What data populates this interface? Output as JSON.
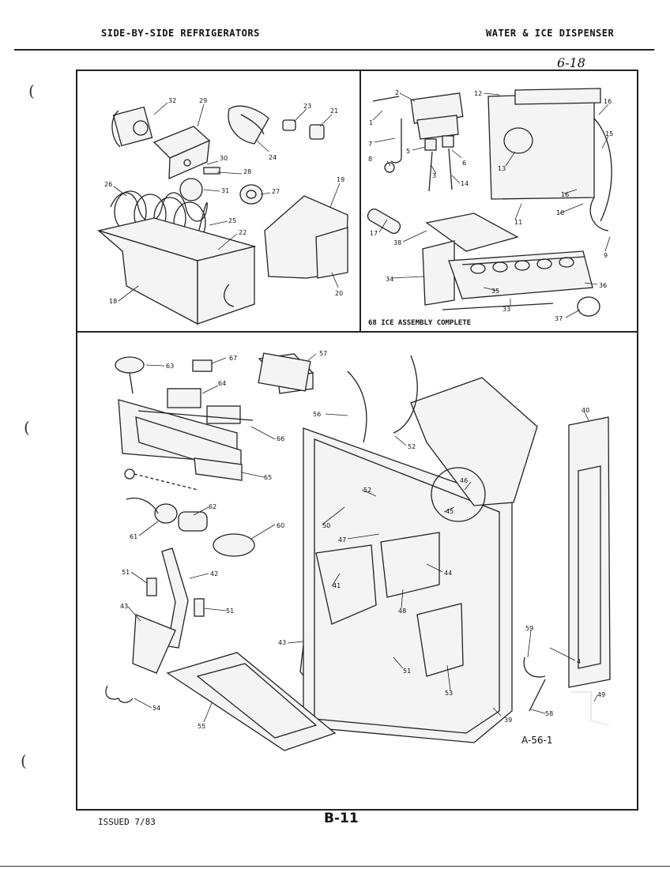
{
  "header": {
    "left_title": "SIDE-BY-SIDE REFRIGERATORS",
    "right_title": "WATER & ICE DISPENSER"
  },
  "handwritten_note": "6-18",
  "panels": {
    "top_right_caption": "68 ICE ASSEMBLY COMPLETE"
  },
  "reference_code": "A-56-1",
  "footer": {
    "issued": "ISSUED 7/83",
    "page_number": "B-11"
  },
  "callouts": [
    {
      "id": "p32",
      "text": "32"
    },
    {
      "id": "p29",
      "text": "29"
    },
    {
      "id": "p23",
      "text": "23"
    },
    {
      "id": "p21",
      "text": "21"
    },
    {
      "id": "p24",
      "text": "24"
    },
    {
      "id": "p30",
      "text": "30"
    },
    {
      "id": "p28",
      "text": "28"
    },
    {
      "id": "p31",
      "text": "31"
    },
    {
      "id": "p27",
      "text": "27"
    },
    {
      "id": "p26",
      "text": "26"
    },
    {
      "id": "p19",
      "text": "19"
    },
    {
      "id": "p25",
      "text": "25"
    },
    {
      "id": "p22",
      "text": "22"
    },
    {
      "id": "p18",
      "text": "18"
    },
    {
      "id": "p20",
      "text": "20"
    },
    {
      "id": "p2",
      "text": "2"
    },
    {
      "id": "p12",
      "text": "12"
    },
    {
      "id": "p16a",
      "text": "16"
    },
    {
      "id": "p1",
      "text": "1"
    },
    {
      "id": "p7",
      "text": "7"
    },
    {
      "id": "p5",
      "text": "5"
    },
    {
      "id": "p8",
      "text": "8"
    },
    {
      "id": "p6",
      "text": "6"
    },
    {
      "id": "p3",
      "text": "3"
    },
    {
      "id": "p14",
      "text": "14"
    },
    {
      "id": "p13",
      "text": "13"
    },
    {
      "id": "p15",
      "text": "15"
    },
    {
      "id": "p16b",
      "text": "16"
    },
    {
      "id": "p10",
      "text": "10"
    },
    {
      "id": "p11",
      "text": "11"
    },
    {
      "id": "p17",
      "text": "17"
    },
    {
      "id": "p38",
      "text": "38"
    },
    {
      "id": "p9",
      "text": "9"
    },
    {
      "id": "p34",
      "text": "34"
    },
    {
      "id": "p36",
      "text": "36"
    },
    {
      "id": "p35",
      "text": "35"
    },
    {
      "id": "p33",
      "text": "33"
    },
    {
      "id": "p37",
      "text": "37"
    },
    {
      "id": "p63",
      "text": "63"
    },
    {
      "id": "p67",
      "text": "67"
    },
    {
      "id": "p57",
      "text": "57"
    },
    {
      "id": "p64",
      "text": "64"
    },
    {
      "id": "p40",
      "text": "40"
    },
    {
      "id": "p56",
      "text": "56"
    },
    {
      "id": "p52a",
      "text": "52"
    },
    {
      "id": "p66",
      "text": "66"
    },
    {
      "id": "p65",
      "text": "65"
    },
    {
      "id": "p46",
      "text": "46"
    },
    {
      "id": "p52b",
      "text": "52"
    },
    {
      "id": "p50",
      "text": "50"
    },
    {
      "id": "p45",
      "text": "45"
    },
    {
      "id": "p62",
      "text": "62"
    },
    {
      "id": "p47",
      "text": "47"
    },
    {
      "id": "p61",
      "text": "61"
    },
    {
      "id": "p60",
      "text": "60"
    },
    {
      "id": "p44",
      "text": "44"
    },
    {
      "id": "p51a",
      "text": "51"
    },
    {
      "id": "p42",
      "text": "42"
    },
    {
      "id": "p41",
      "text": "41"
    },
    {
      "id": "p48",
      "text": "48"
    },
    {
      "id": "p43a",
      "text": "43"
    },
    {
      "id": "p51b",
      "text": "51"
    },
    {
      "id": "p59",
      "text": "59"
    },
    {
      "id": "p4",
      "text": "4"
    },
    {
      "id": "p43b",
      "text": "43"
    },
    {
      "id": "p51c",
      "text": "51"
    },
    {
      "id": "p53",
      "text": "53"
    },
    {
      "id": "p49",
      "text": "49"
    },
    {
      "id": "p54",
      "text": "54"
    },
    {
      "id": "p58",
      "text": "58"
    },
    {
      "id": "p39",
      "text": "39"
    },
    {
      "id": "p55",
      "text": "55"
    }
  ]
}
